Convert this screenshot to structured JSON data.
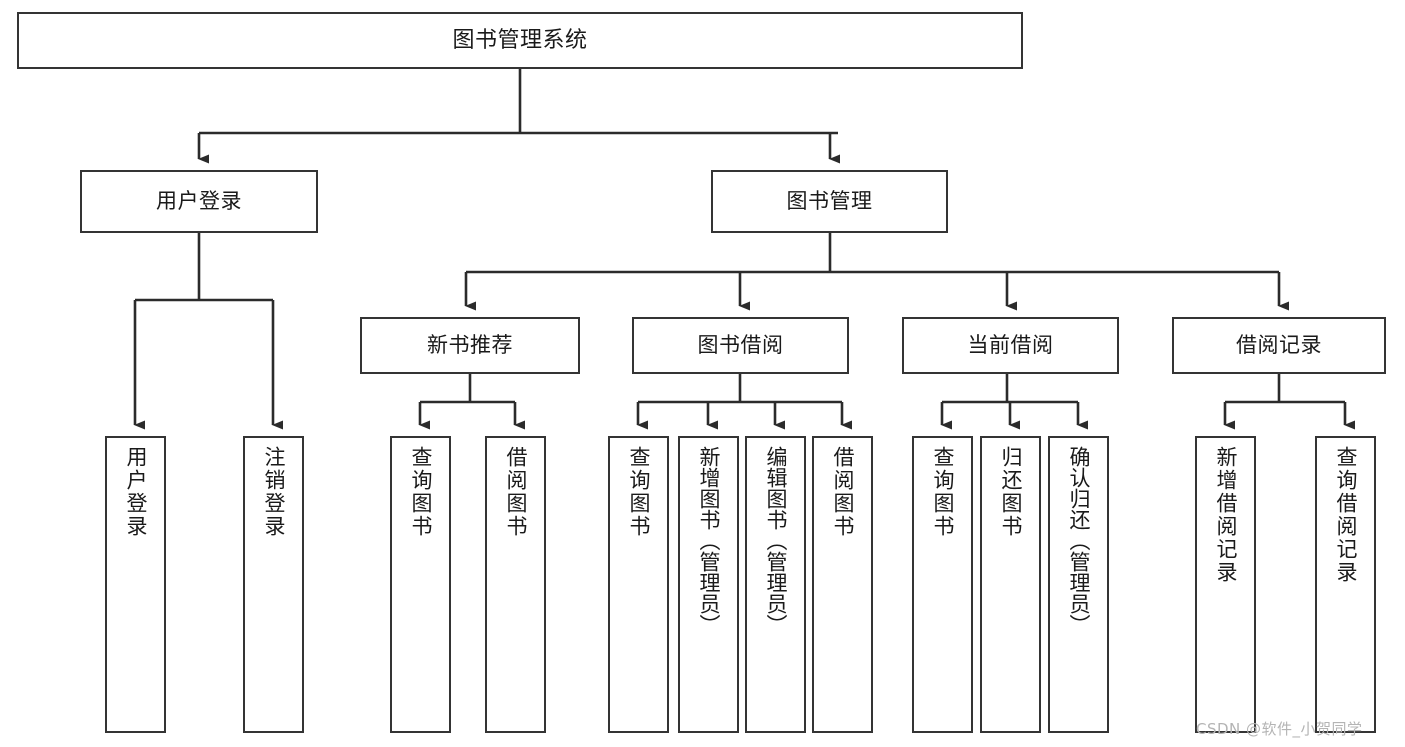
{
  "diagram": {
    "title": "图书管理系统",
    "type": "tree-hierarchy-functional-decomposition",
    "root": {
      "id": "node-root",
      "label": "图书管理系统"
    },
    "level1": [
      {
        "id": "node-user-login",
        "label": "用户登录"
      },
      {
        "id": "node-book-manage",
        "label": "图书管理"
      }
    ],
    "level2": [
      {
        "id": "node-new-book-rec",
        "label": "新书推荐"
      },
      {
        "id": "node-book-borrow",
        "label": "图书借阅"
      },
      {
        "id": "node-current-borrow",
        "label": "当前借阅"
      },
      {
        "id": "node-borrow-record",
        "label": "借阅记录"
      }
    ],
    "leaves": {
      "user_login": [
        {
          "id": "leaf-user-login",
          "label": "用户登录"
        },
        {
          "id": "leaf-user-logout",
          "label": "注销登录"
        }
      ],
      "new_book_rec": [
        {
          "id": "leaf-query-book-1",
          "label": "查询图书"
        },
        {
          "id": "leaf-borrow-book-1",
          "label": "借阅图书"
        }
      ],
      "book_borrow": [
        {
          "id": "leaf-query-book-2",
          "label": "查询图书"
        },
        {
          "id": "leaf-add-book",
          "label": "新增图书（管理员）"
        },
        {
          "id": "leaf-edit-book",
          "label": "编辑图书（管理员）"
        },
        {
          "id": "leaf-borrow-book-2",
          "label": "借阅图书"
        }
      ],
      "current_borrow": [
        {
          "id": "leaf-query-book-3",
          "label": "查询图书"
        },
        {
          "id": "leaf-return-book",
          "label": "归还图书"
        },
        {
          "id": "leaf-confirm-return",
          "label": "确认归还（管理员）"
        }
      ],
      "borrow_record": [
        {
          "id": "leaf-add-record",
          "label": "新增借阅记录"
        },
        {
          "id": "leaf-query-record",
          "label": "查询借阅记录"
        }
      ]
    },
    "colors": {
      "box_border": "#343434",
      "box_fill": "#ffffff",
      "edge": "#2b2b2b",
      "text": "#1a1a1a",
      "watermark": "#b4b4b4"
    }
  },
  "watermark": {
    "text": "CSDN @软件_小贺同学"
  }
}
